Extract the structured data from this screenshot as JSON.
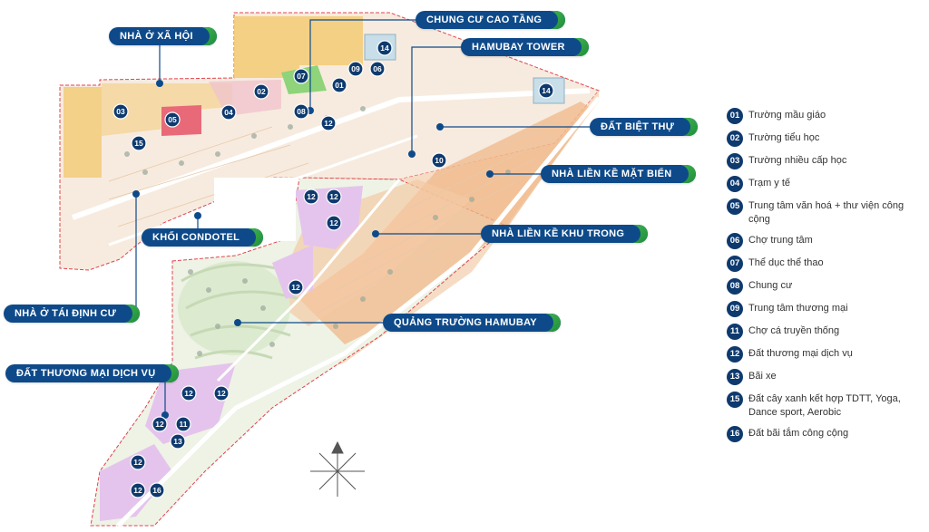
{
  "map": {
    "callouts": [
      {
        "id": "nha-o-xa-hoi",
        "label": "NHÀ Ở XÃ HỘI"
      },
      {
        "id": "chung-cu-cao-tang",
        "label": "CHUNG CƯ CAO TẦNG"
      },
      {
        "id": "hamubay-tower",
        "label": "HAMUBAY TOWER"
      },
      {
        "id": "dat-biet-thu",
        "label": "ĐẤT BIỆT THỰ"
      },
      {
        "id": "nha-lien-ke-mat-bien",
        "label": "NHÀ LIỀN KỀ MẶT BIỂN"
      },
      {
        "id": "khoi-condotel",
        "label": "KHỐI CONDOTEL"
      },
      {
        "id": "nha-lien-ke-khu-trong",
        "label": "NHÀ LIỀN KỀ KHU TRONG"
      },
      {
        "id": "nha-o-tai-dinh-cu",
        "label": "NHÀ Ở TÁI ĐỊNH CƯ"
      },
      {
        "id": "quang-truong-hamubay",
        "label": "QUẢNG TRƯỜNG HAMUBAY"
      },
      {
        "id": "dat-thuong-mai-dich-vu",
        "label": "ĐẤT THƯƠNG MẠI DỊCH VỤ"
      }
    ],
    "markers": [
      {
        "n": "14"
      },
      {
        "n": "09"
      },
      {
        "n": "06"
      },
      {
        "n": "07"
      },
      {
        "n": "01"
      },
      {
        "n": "02"
      },
      {
        "n": "03"
      },
      {
        "n": "05"
      },
      {
        "n": "04"
      },
      {
        "n": "08"
      },
      {
        "n": "12"
      },
      {
        "n": "15"
      },
      {
        "n": "14"
      },
      {
        "n": "10"
      },
      {
        "n": "12"
      },
      {
        "n": "12"
      },
      {
        "n": "12"
      },
      {
        "n": "12"
      },
      {
        "n": "12"
      },
      {
        "n": "12"
      },
      {
        "n": "12"
      },
      {
        "n": "11"
      },
      {
        "n": "13"
      },
      {
        "n": "12"
      },
      {
        "n": "12"
      },
      {
        "n": "16"
      }
    ],
    "colors": {
      "accent_blue": "#0e4a8a",
      "accent_green": "#2fa045",
      "boundary": "#e0454c",
      "villa": "#f0b88a",
      "townhouse": "#f7d9bf",
      "social_housing": "#f3cd7a",
      "commercial": "#e4c4ec",
      "green": "#bfe6a8",
      "road": "#f4f0ec"
    }
  },
  "legend": {
    "items": [
      {
        "n": "01",
        "label": "Trường mầu giáo"
      },
      {
        "n": "02",
        "label": "Trường tiểu học"
      },
      {
        "n": "03",
        "label": "Trường nhiều cấp học"
      },
      {
        "n": "04",
        "label": "Trạm y tế"
      },
      {
        "n": "05",
        "label": "Trung tâm văn hoá + thư viện công cộng"
      },
      {
        "n": "06",
        "label": "Chợ trung tâm"
      },
      {
        "n": "07",
        "label": "Thể dục thể thao"
      },
      {
        "n": "08",
        "label": "Chung cư"
      },
      {
        "n": "09",
        "label": "Trung tâm thương mại"
      },
      {
        "n": "11",
        "label": "Chợ cá truyền thống"
      },
      {
        "n": "12",
        "label": "Đất thương mại dịch vụ"
      },
      {
        "n": "13",
        "label": "Bãi xe"
      },
      {
        "n": "15",
        "label": "Đất cây xanh kết hợp TDTT, Yoga, Dance sport, Aerobic"
      },
      {
        "n": "16",
        "label": "Đất bãi tắm công cộng"
      }
    ]
  }
}
